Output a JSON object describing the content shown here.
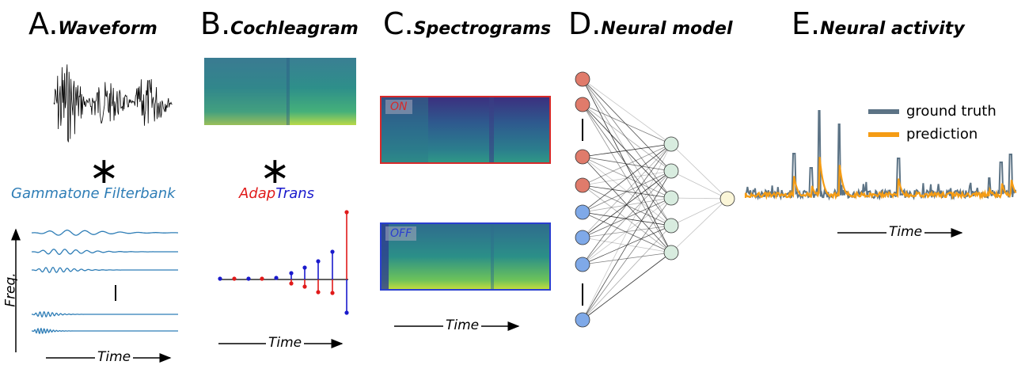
{
  "panels": {
    "a": {
      "letter": "A.",
      "name": "Waveform",
      "filterbank_label": "Gammatone Filterbank",
      "ylabel": "Freq.",
      "xlabel": "Time"
    },
    "b": {
      "letter": "B.",
      "name": "Cochleagram",
      "adap_label": "Adap",
      "trans_label": "Trans",
      "xlabel": "Time"
    },
    "c": {
      "letter": "C.",
      "name": "Spectrograms",
      "on_label": "ON",
      "off_label": "OFF",
      "xlabel": "Time"
    },
    "d": {
      "letter": "D.",
      "name": "Neural model"
    },
    "e": {
      "letter": "E.",
      "name": "Neural activity",
      "legend_ground_truth": "ground truth",
      "legend_prediction": "prediction",
      "xlabel": "Time"
    }
  },
  "symbols": {
    "convolution": "∗"
  },
  "colors": {
    "filterbank_blue": "#2e7db6",
    "adap_red": "#e01a1a",
    "trans_blue": "#1a1acc",
    "ground_truth": "#5c7385",
    "prediction": "#f59c14",
    "node_red": "#e07b6b",
    "node_blue": "#7fa9e8",
    "node_green": "#d8ecdf",
    "node_output": "#fbf6d8",
    "on_border": "#d62a2a",
    "off_border": "#2a3fcf"
  },
  "network": {
    "input_nodes_red": 4,
    "input_nodes_blue": 4,
    "hidden_nodes": 5,
    "output_nodes": 1
  }
}
